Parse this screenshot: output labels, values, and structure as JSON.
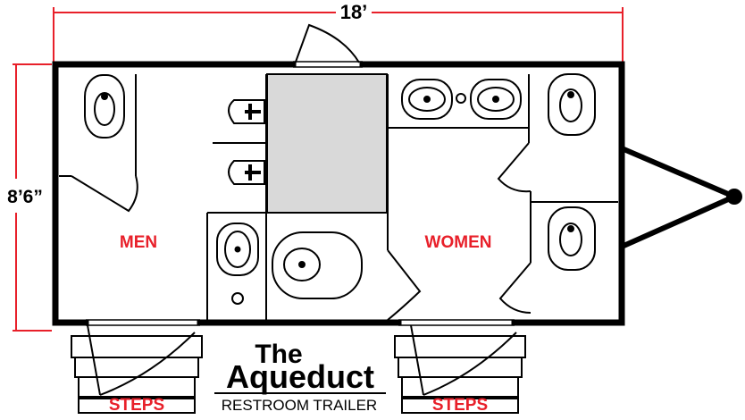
{
  "dimensions": {
    "width": "18’",
    "height": "8’6”"
  },
  "rooms": {
    "men": "MEN",
    "women": "WOMEN"
  },
  "steps": [
    {
      "label": "STEPS"
    },
    {
      "label": "STEPS"
    }
  ],
  "brand": {
    "line1": "The",
    "line2": "Aqueduct",
    "line3": "RESTROOM TRAILER"
  },
  "colors": {
    "dimension_red": "#e8202a",
    "wall": "#000000",
    "storage_fill": "#d9d9d9"
  }
}
